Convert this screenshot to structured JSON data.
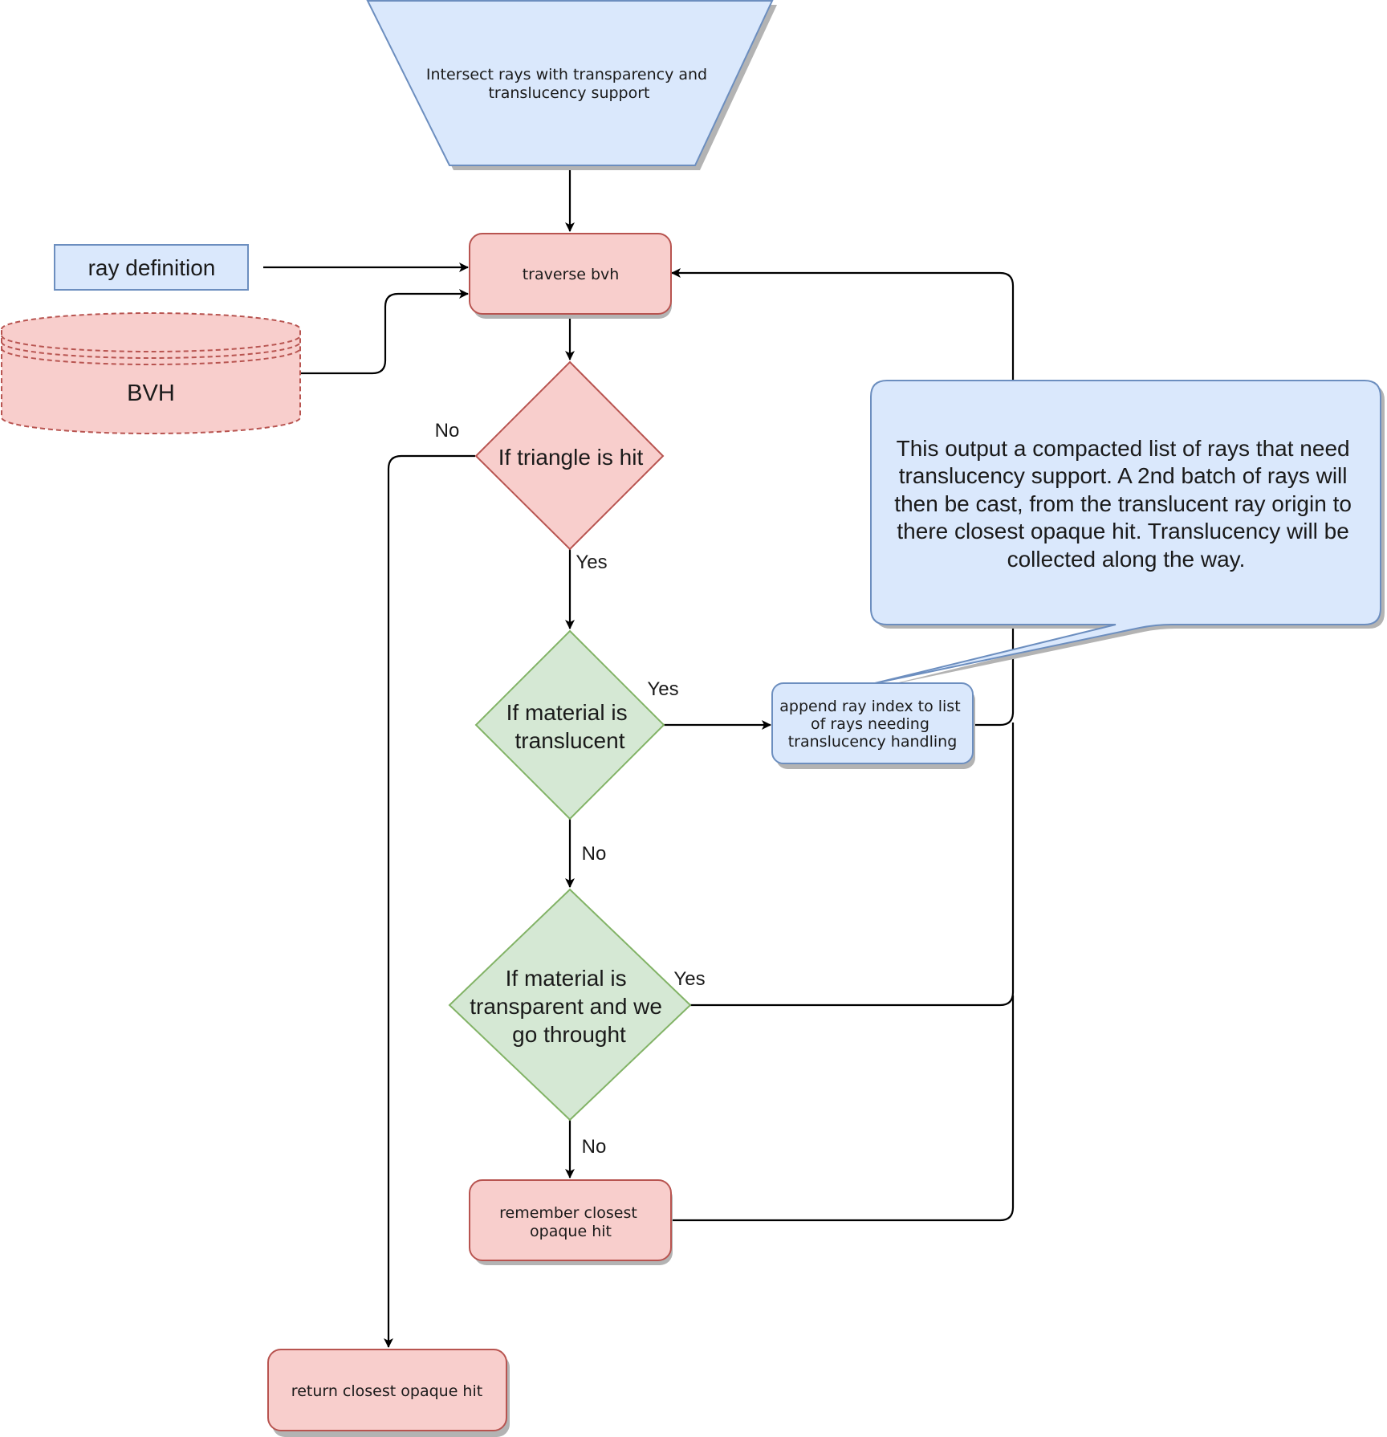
{
  "nodes": {
    "start": {
      "lines": [
        "Intersect rays with transparency and",
        "translucency support"
      ]
    },
    "ray_definition": {
      "label": "ray definition"
    },
    "bvh": {
      "label": "BVH"
    },
    "traverse": {
      "label": "traverse bvh"
    },
    "triangle_hit": {
      "label": "If triangle is hit"
    },
    "translucent": {
      "lines": [
        "If material is",
        "translucent"
      ]
    },
    "append": {
      "lines": [
        "append ray index to list",
        "of rays needing",
        "translucency handling"
      ]
    },
    "transparent": {
      "lines": [
        "If material is",
        "transparent and we",
        "go throught"
      ]
    },
    "remember": {
      "lines": [
        "remember closest",
        "opaque hit"
      ]
    },
    "return_hit": {
      "label": "return closest opaque hit"
    }
  },
  "edge_labels": {
    "hit_no": "No",
    "hit_yes": "Yes",
    "translucent_yes": "Yes",
    "translucent_no": "No",
    "transparent_yes": "Yes",
    "transparent_no": "No"
  },
  "callout": {
    "lines": [
      "This output a compacted list of rays that need",
      "translucency support. A 2nd batch of rays will",
      "then be cast, from the translucent ray origin to",
      "there closest opaque hit. Translucency will be",
      "collected along the way."
    ]
  },
  "colors": {
    "blue_fill": "#dae8fc",
    "blue_stroke": "#6c8ebf",
    "red_fill": "#f8cecc",
    "red_stroke": "#b85450",
    "green_fill": "#d5e8d4",
    "green_stroke": "#82b366"
  }
}
